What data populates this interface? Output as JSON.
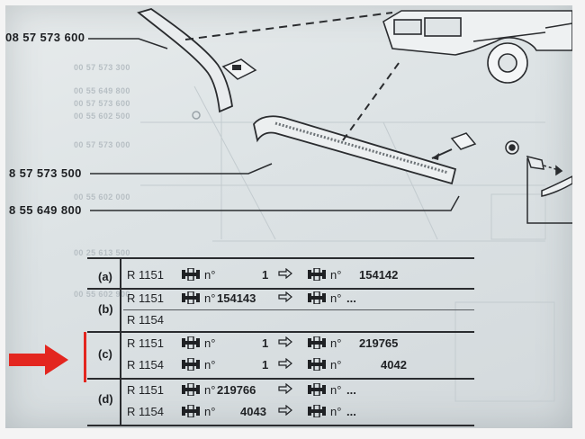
{
  "references": {
    "ref1": "08 57 573 600",
    "ref2": "8 57 573 500",
    "ref3": "8 55 649 800"
  },
  "faded_refs": [
    "00 57 573 300",
    "00 55 649 800",
    "00 57 573 600",
    "00 55 602 500",
    "00 57 573 000",
    "00 55 602 000",
    "00 25 613 500",
    "00 55 602 900"
  ],
  "table": {
    "groups": [
      {
        "letter": "(a)",
        "rows": [
          {
            "model": "R 1151",
            "no1": "n°",
            "from": "1",
            "no2": "n°",
            "to": "154142"
          }
        ]
      },
      {
        "letter": "(b)",
        "rows": [
          {
            "model": "R 1151",
            "no1": "n°",
            "from": "154143",
            "no2": "n°",
            "to": "..."
          },
          {
            "model": "R 1154",
            "no1": "",
            "from": "",
            "no2": "",
            "to": ""
          }
        ]
      },
      {
        "letter": "(c)",
        "rows": [
          {
            "model": "R 1151",
            "no1": "n°",
            "from": "1",
            "no2": "n°",
            "to": "219765"
          },
          {
            "model": "R 1154",
            "no1": "n°",
            "from": "1",
            "no2": "n°",
            "to": "4042"
          }
        ]
      },
      {
        "letter": "(d)",
        "rows": [
          {
            "model": "R 1151",
            "no1": "n°",
            "from": "219766",
            "no2": "n°",
            "to": "..."
          },
          {
            "model": "R 1154",
            "no1": "n°",
            "from": "4043",
            "no2": "n°",
            "to": "..."
          }
        ]
      }
    ]
  },
  "colors": {
    "highlight": "#e3261f",
    "ink": "#1f2124",
    "paper": "#dde3e5"
  }
}
